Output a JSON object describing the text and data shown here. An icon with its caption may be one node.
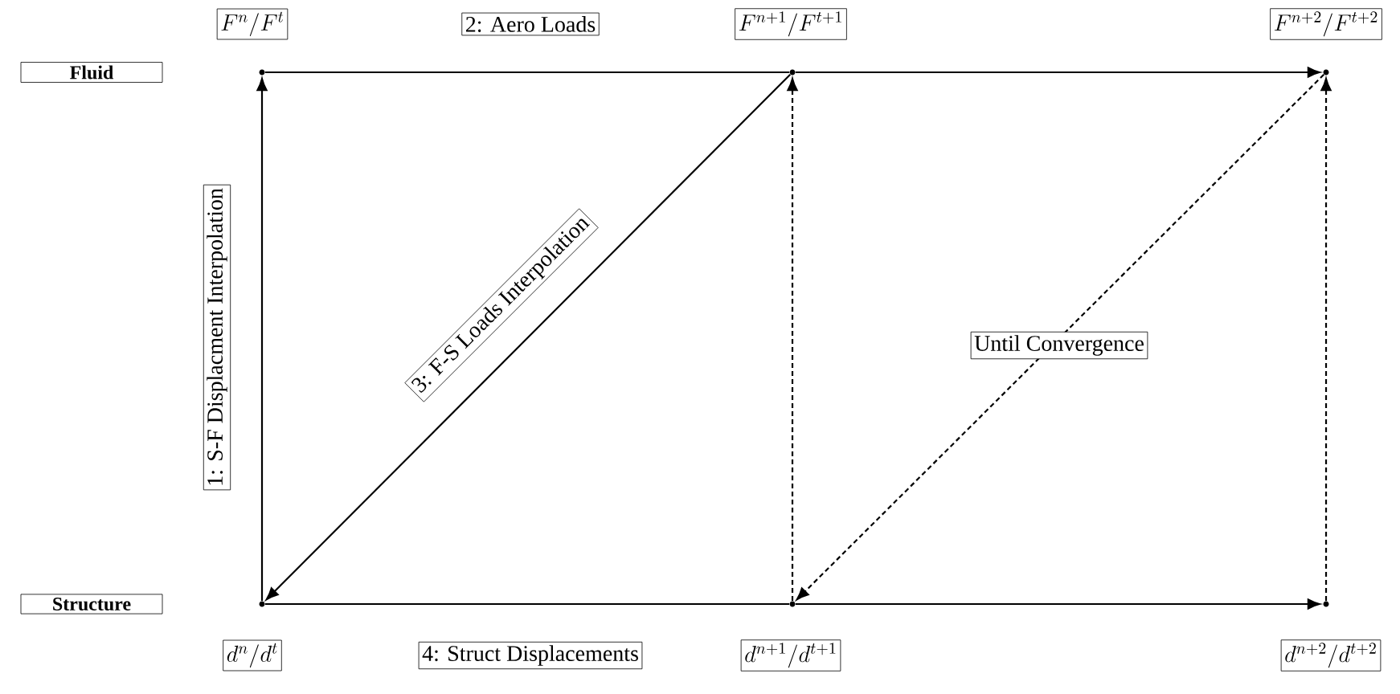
{
  "diagram": {
    "nodes": [
      {
        "text": [
          "Fluid"
        ]
      },
      {
        "text": [
          "Structure"
        ]
      },
      {
        "text": [],
        "shape": "point",
        "beside": [
          "F^n/F^t"
        ]
      },
      {
        "text": [],
        "shape": "point",
        "beside": [
          "F^{n+1}/F^{t+1}"
        ]
      },
      {
        "text": [],
        "shape": "point",
        "beside": [
          "F^{n+2}/F^{t+2}"
        ]
      },
      {
        "text": [],
        "shape": "point",
        "beside": [
          "d^n/d^t"
        ]
      },
      {
        "text": [],
        "shape": "point",
        "beside": [
          "d^{n+1}/d^{t+1}"
        ]
      },
      {
        "text": [],
        "shape": "point",
        "beside": [
          "d^{n+2}/d^{t+2}"
        ]
      }
    ],
    "edges": [
      {
        "from": 5,
        "to": 2,
        "arrow": "to",
        "label": "1: S-F Displacment Interpolation"
      },
      {
        "from": 2,
        "to": 3,
        "arrow": "none",
        "label": "2: Aero Loads"
      },
      {
        "from": 3,
        "to": 4,
        "arrow": "to"
      },
      {
        "from": 3,
        "to": 5,
        "arrow": "to",
        "label": "3: F-S Loads Interpolation"
      },
      {
        "from": 5,
        "to": 6,
        "arrow": "none",
        "label": "4: Struct Displacements"
      },
      {
        "from": 6,
        "to": 7,
        "arrow": "to"
      },
      {
        "from": 6,
        "to": 3,
        "arrow": "to",
        "style": "dashed"
      },
      {
        "from": 7,
        "to": 4,
        "arrow": "to",
        "style": "dashed"
      },
      {
        "from": 4,
        "to": 6,
        "arrow": "to",
        "style": "dashed",
        "label": "Until Convergence"
      }
    ]
  }
}
